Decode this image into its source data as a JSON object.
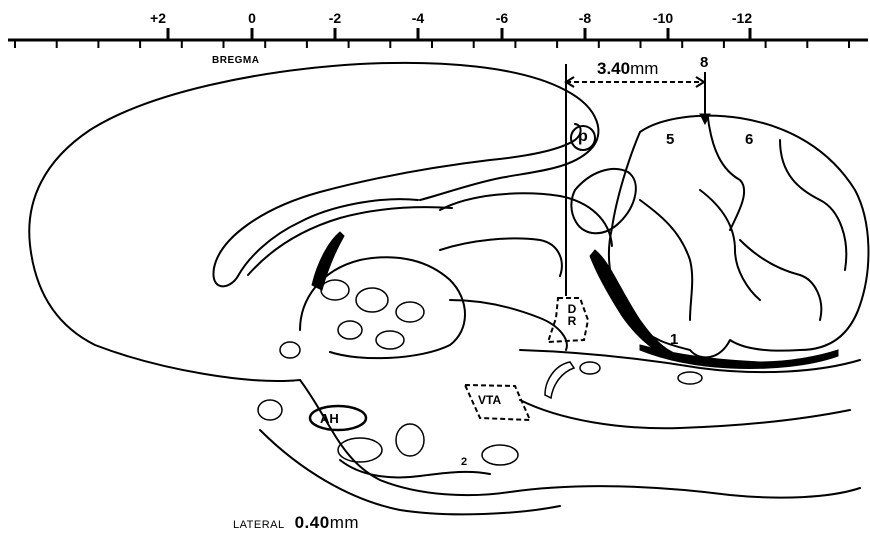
{
  "ruler": {
    "labels": [
      "+2",
      "0",
      "-2",
      "-4",
      "-6",
      "-8",
      "-10",
      "-12"
    ]
  },
  "labels": {
    "bregma": "BREGMA",
    "distance_value": "3.40",
    "distance_unit": "mm",
    "lateral_text": "LATERAL",
    "lateral_value": "0.40",
    "lateral_unit": "mm",
    "p": "p",
    "lobule_5": "5",
    "lobule_6": "6",
    "lobule_8": "8",
    "lobule_1": "1",
    "dr_top": "D",
    "dr_bottom": "R",
    "vta": "VTA",
    "ah": "AH",
    "two": "2"
  }
}
